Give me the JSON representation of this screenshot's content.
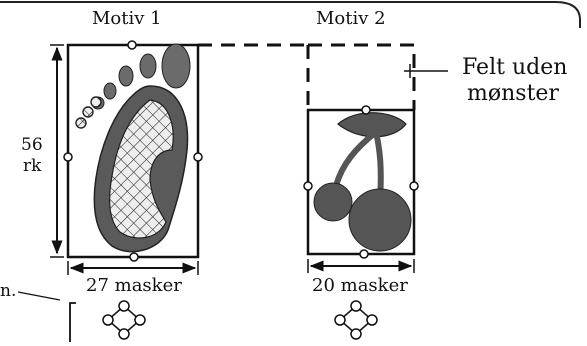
{
  "motif1": {
    "title": "Motiv 1",
    "height_value": "56",
    "height_unit": "rk",
    "width_label": "27 masker"
  },
  "motif2": {
    "title": "Motiv 2",
    "width_label": "20 masker"
  },
  "callout": {
    "line1": "Felt uden",
    "line2": "mønster"
  },
  "left_cut_label": "n.",
  "colors": {
    "ink": "#111111",
    "shape_dark": "#4a4a4a",
    "shape_mid": "#6b6b6b",
    "mesh_light": "#e6e6e6"
  }
}
